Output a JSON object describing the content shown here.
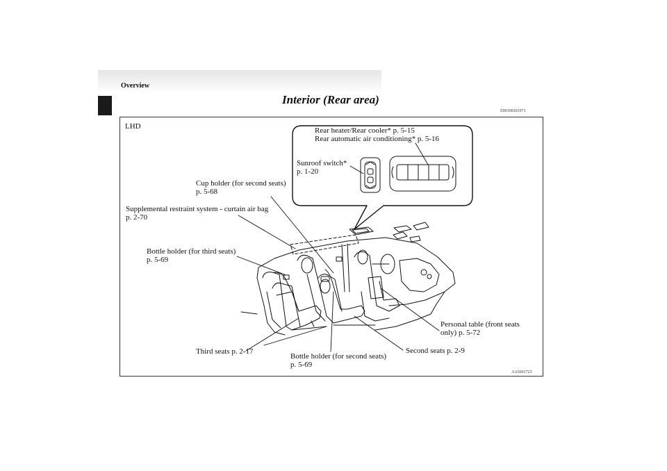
{
  "header": {
    "section": "Overview",
    "title": "Interior (Rear area)",
    "ref_code": "E00100201971"
  },
  "figure": {
    "region": "LHD",
    "figure_code": "AA5001723",
    "labels": {
      "rear_heater": {
        "line1": "Rear heater/Rear cooler* p. 5-15",
        "line2": "Rear automatic air conditioning* p. 5-16"
      },
      "sunroof_switch": {
        "line1": "Sunroof switch*",
        "line2": "p. 1-20"
      },
      "cup_holder": {
        "line1": "Cup holder (for second seats)",
        "line2": "p. 5-68"
      },
      "srs_curtain": {
        "line1": "Supplemental restraint system - curtain air bag",
        "line2": "p. 2-70"
      },
      "bottle_third": {
        "line1": "Bottle holder (for third seats)",
        "line2": "p. 5-69"
      },
      "personal_table": {
        "line1": "Personal table (front seats",
        "line2": "only) p. 5-72"
      },
      "third_seats": "Third seats p. 2-17",
      "bottle_second": {
        "line1": "Bottle holder (for second seats)",
        "line2": "p. 5-69"
      },
      "second_seats": "Second seats p. 2-9"
    }
  }
}
